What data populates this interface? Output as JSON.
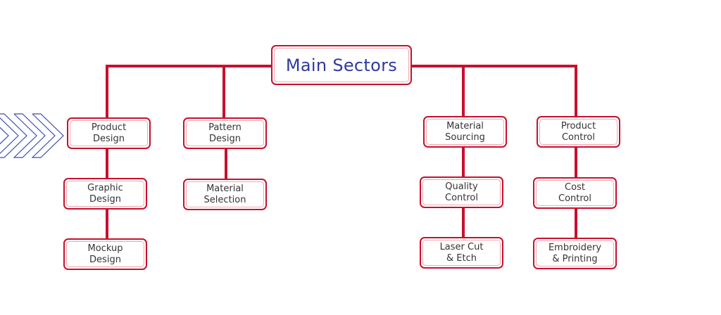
{
  "title": "Main Sectors",
  "colors": {
    "line": "#c8102e",
    "title_text": "#2e3a9e",
    "node_text": "#333333",
    "chevron": "#3f4bb0"
  },
  "decoration": {
    "chevrons": "triple-chevron-right-icon"
  },
  "branches": [
    {
      "label": "Product\nDesign",
      "children": [
        "Graphic\nDesign",
        "Mockup\nDesign"
      ]
    },
    {
      "label": "Pattern\nDesign",
      "children": [
        "Material\nSelection"
      ]
    },
    {
      "label": "Material\nSourcing",
      "children": [
        "Quality\nControl",
        "Laser Cut\n& Etch"
      ]
    },
    {
      "label": "Product\nControl",
      "children": [
        "Cost\nControl",
        "Embroidery\n& Printing"
      ]
    }
  ]
}
